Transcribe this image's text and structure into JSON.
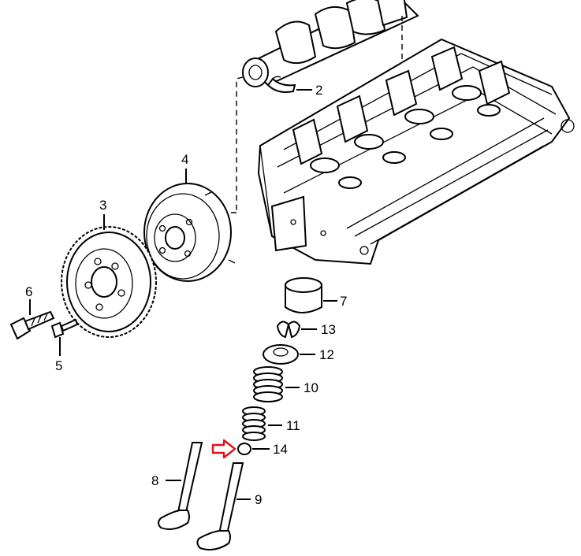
{
  "callouts": {
    "c2": "2",
    "c3": "3",
    "c4": "4",
    "c5": "5",
    "c6": "6",
    "c7": "7",
    "c8": "8",
    "c9": "9",
    "c10": "10",
    "c11": "11",
    "c12": "12",
    "c13": "13",
    "c14": "14"
  },
  "colors": {
    "line": "#000000",
    "background": "#ffffff",
    "highlight-arrow": "#e0101a"
  }
}
